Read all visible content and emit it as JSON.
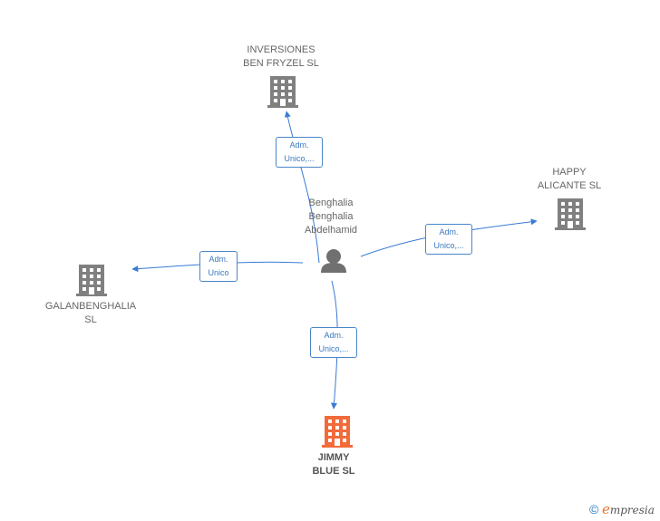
{
  "colors": {
    "edge": "#3a7bd5",
    "company": "#808080",
    "company_focus": "#f26b3a",
    "person": "#707070",
    "edge_label_border": "#4a86c8",
    "edge_label_text": "#3a78c0"
  },
  "nodes": {
    "center_person": {
      "lines": [
        "Benghalia",
        "Benghalia",
        "Abdelhamid"
      ],
      "icon": "person-icon"
    },
    "inversiones": {
      "lines": [
        "INVERSIONES",
        "BEN FRYZEL  SL"
      ],
      "icon": "building-icon"
    },
    "happy": {
      "lines": [
        "HAPPY",
        "ALICANTE  SL"
      ],
      "icon": "building-icon"
    },
    "galan": {
      "lines": [
        "GALANBENGHALIA",
        "SL"
      ],
      "icon": "building-icon"
    },
    "jimmy": {
      "lines": [
        "JIMMY",
        "BLUE  SL"
      ],
      "icon": "building-icon"
    }
  },
  "edges": {
    "to_inversiones": {
      "lines": [
        "Adm.",
        "Unico,..."
      ]
    },
    "to_happy": {
      "lines": [
        "Adm.",
        "Unico,..."
      ]
    },
    "to_galan": {
      "lines": [
        "Adm.",
        "Unico"
      ]
    },
    "to_jimmy": {
      "lines": [
        "Adm.",
        "Unico,..."
      ]
    }
  },
  "brand": {
    "copyright": "©",
    "initial": "e",
    "rest": "mpresia"
  }
}
